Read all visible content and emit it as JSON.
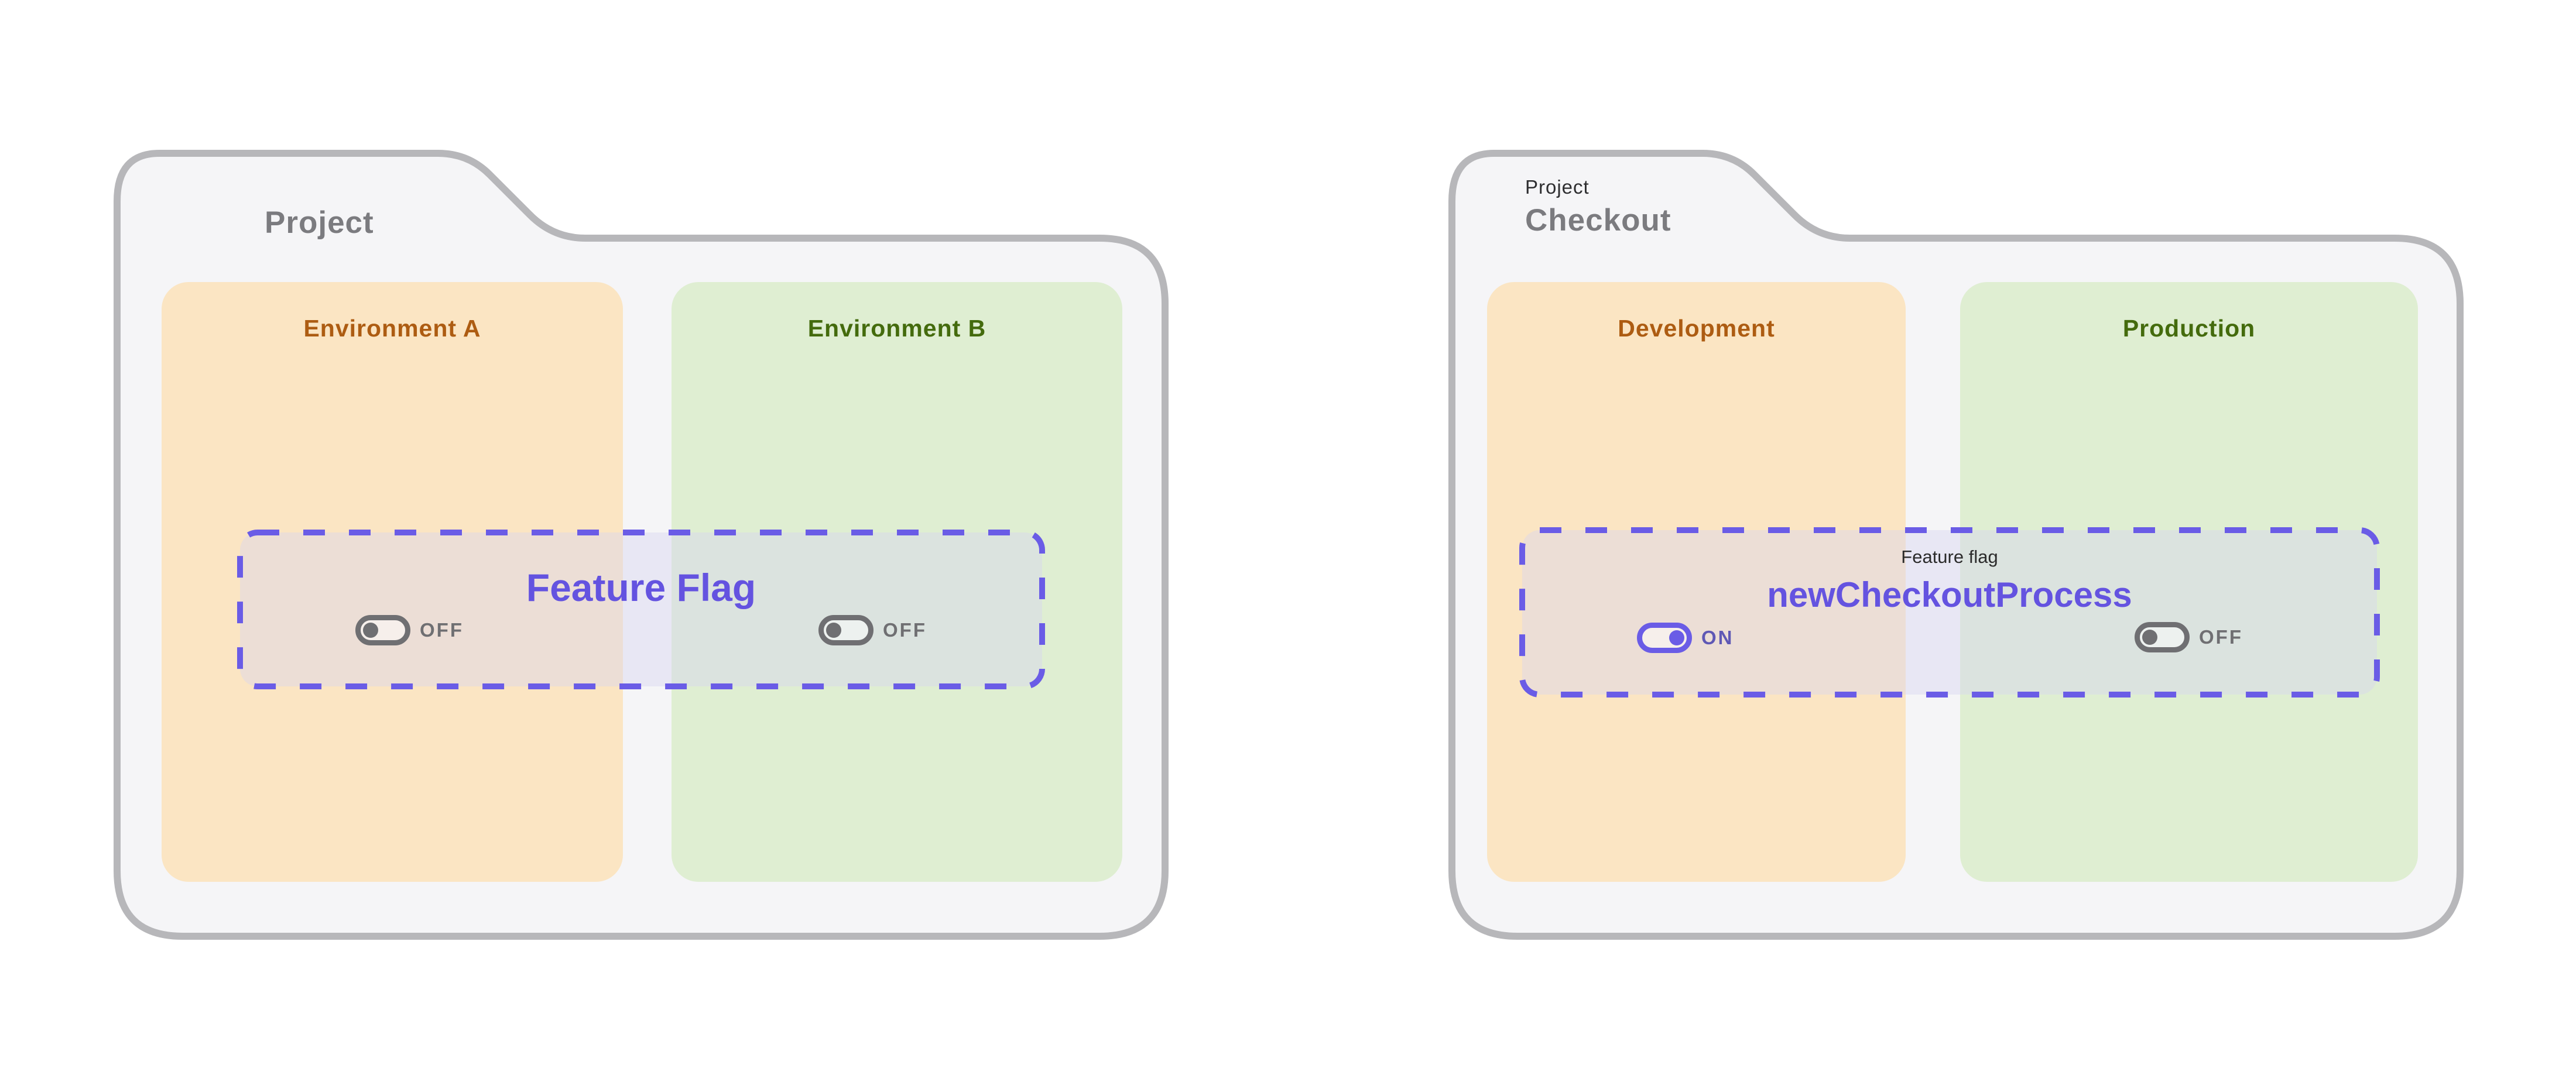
{
  "palette": {
    "folder_fill": "#f5f5f7",
    "folder_border": "#b7b7ba",
    "orange_fill": "#fbe5c3",
    "green_fill": "#dfeed2",
    "orange_text": "#ad5c12",
    "green_text": "#446b0d",
    "purple_dash": "#6a5ce6",
    "purple_text": "#6453e0",
    "gray_title": "#7b7b7f",
    "toggle_off": "#6f6f72",
    "toggle_on": "#6a5ce6"
  },
  "left_folder": {
    "title": "Project",
    "environments": [
      {
        "label": "Environment A",
        "toggle": "OFF"
      },
      {
        "label": "Environment B",
        "toggle": "OFF"
      }
    ],
    "flag": {
      "title": "Feature Flag"
    }
  },
  "right_folder": {
    "eyebrow": "Project",
    "title": "Checkout",
    "environments": [
      {
        "label": "Development",
        "toggle": "ON"
      },
      {
        "label": "Production",
        "toggle": "OFF"
      }
    ],
    "flag": {
      "eyebrow": "Feature flag",
      "title": "newCheckoutProcess"
    }
  }
}
